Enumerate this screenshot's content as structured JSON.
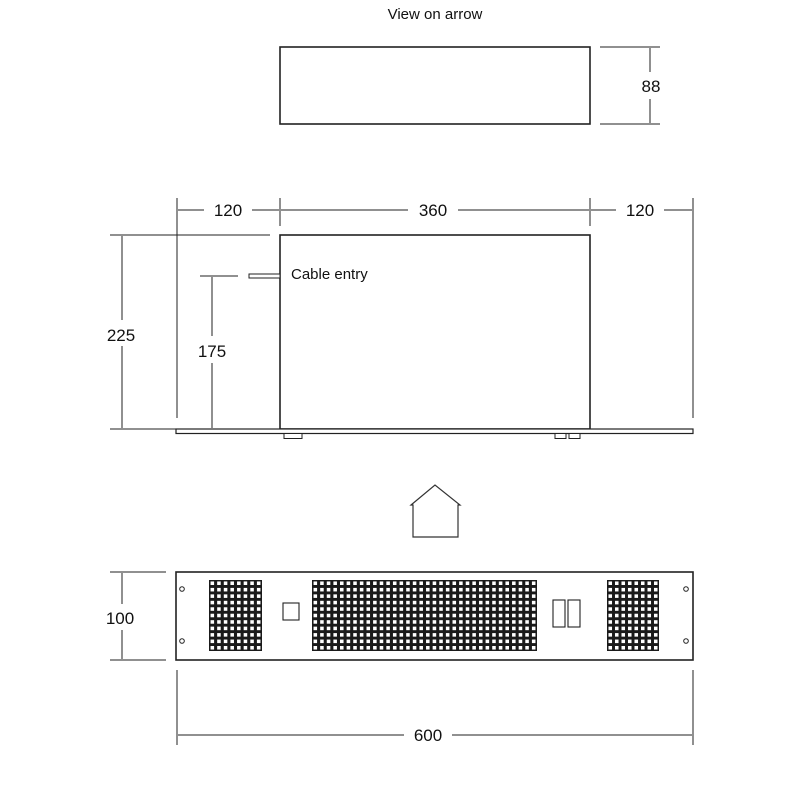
{
  "drawing": {
    "view_title": "View on arrow",
    "units": "mm",
    "colors": {
      "line": "#222222",
      "grille": "#1a1a1a",
      "background": "#ffffff"
    }
  },
  "top_view": {
    "height_label": "88"
  },
  "side_view": {
    "left_offset_label": "120",
    "body_width_label": "360",
    "right_offset_label": "120",
    "overall_height_label": "225",
    "cable_height_label": "175",
    "cable_entry_label": "Cable entry"
  },
  "view_arrow": {
    "icon": "up-arrow-outline-icon"
  },
  "front_view": {
    "height_label": "100",
    "width_label": "600",
    "grilles": [
      {
        "name": "left",
        "columns": 8,
        "rows": 11
      },
      {
        "name": "center",
        "columns": 34,
        "rows": 11
      },
      {
        "name": "right",
        "columns": 8,
        "rows": 11
      }
    ]
  }
}
